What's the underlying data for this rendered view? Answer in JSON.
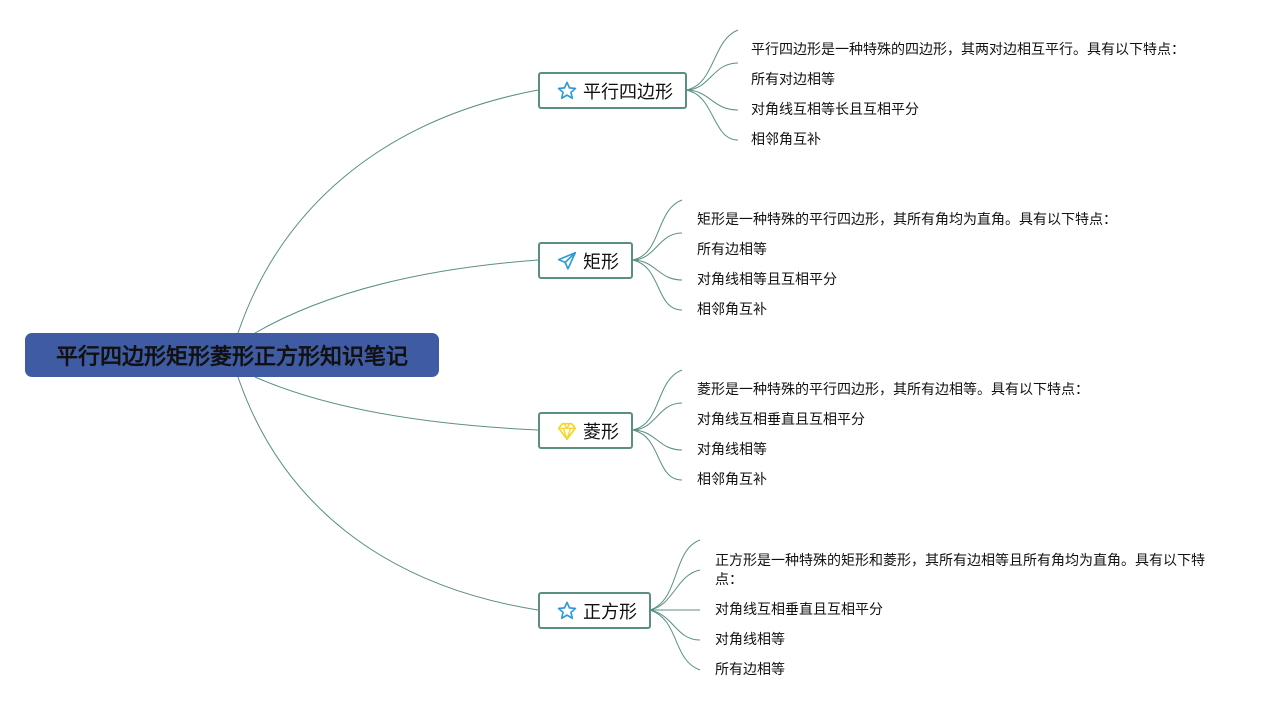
{
  "root": {
    "title": "平行四边形矩形菱形正方形知识笔记"
  },
  "branches": [
    {
      "title": "平行四边形",
      "icon": "star-icon",
      "items": [
        "平行四边形是一种特殊的四边形，其两对边相互平行。具有以下特点：",
        "所有对边相等",
        "对角线互相等长且互相平分",
        "相邻角互补"
      ]
    },
    {
      "title": "矩形",
      "icon": "paper-plane-icon",
      "items": [
        "矩形是一种特殊的平行四边形，其所有角均为直角。具有以下特点：",
        "所有边相等",
        "对角线相等且互相平分",
        "相邻角互补"
      ]
    },
    {
      "title": "菱形",
      "icon": "diamond-icon",
      "items": [
        "菱形是一种特殊的平行四边形，其所有边相等。具有以下特点：",
        "对角线互相垂直且互相平分",
        "对角线相等",
        "相邻角互补"
      ]
    },
    {
      "title": "正方形",
      "icon": "star-icon",
      "items": [
        "正方形是一种特殊的矩形和菱形，其所有边相等且所有角均为直角。具有以下特点：",
        "对角线互相垂直且互相平分",
        "对角线相等",
        "所有边相等"
      ]
    }
  ],
  "colors": {
    "root_fill": "#3f5ba3",
    "connector": "#5a8f83",
    "star_icon": "#2e9ad6",
    "plane_icon": "#2e9ad6",
    "diamond_icon": "#f5d423"
  }
}
